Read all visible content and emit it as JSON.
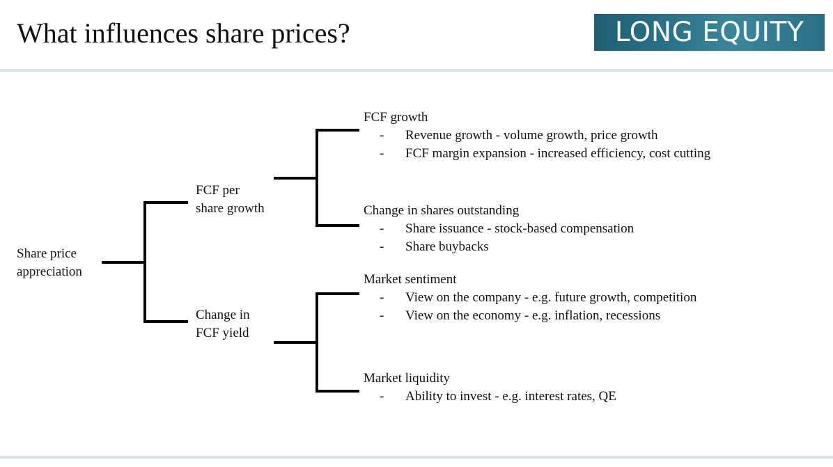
{
  "title": "What influences share prices?",
  "logo_text": "LONG EQUITY",
  "root": {
    "lines": [
      "Share price",
      "appreciation"
    ]
  },
  "branches": [
    {
      "lines": [
        "FCF per",
        "share growth"
      ],
      "leaves": [
        {
          "title": "FCF growth",
          "bullets": [
            "Revenue growth - volume growth, price growth",
            "FCF margin expansion - increased efficiency, cost cutting"
          ]
        },
        {
          "title": "Change in shares outstanding",
          "bullets": [
            "Share issuance - stock-based compensation",
            "Share buybacks"
          ]
        }
      ]
    },
    {
      "lines": [
        "Change in",
        "FCF yield"
      ],
      "leaves": [
        {
          "title": "Market sentiment",
          "bullets": [
            "View on the company - e.g. future growth, competition",
            "View on the economy - e.g. inflation, recessions"
          ]
        },
        {
          "title": "Market liquidity",
          "bullets": [
            "Ability to invest - e.g. interest rates, QE"
          ]
        }
      ]
    }
  ],
  "bullet_marker": "-",
  "colors": {
    "logo_background": "#2b7389",
    "logo_text": "#f4f8fa",
    "divider": "#d8e4ee",
    "tree_lines": "#000000",
    "text": "#111111"
  }
}
